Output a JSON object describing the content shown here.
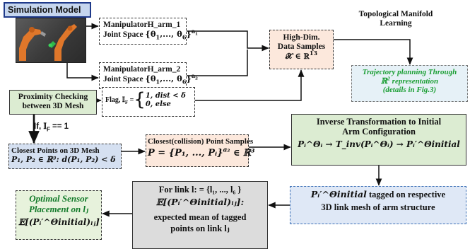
{
  "simulation": {
    "label": "Simulation Model"
  },
  "arm1": {
    "name": "ManipulatorH_arm_1",
    "joint_prefix": "Joint Space ",
    "joint_math": "{θ",
    "joint_math2": ",..., θ",
    "joint_close": "}",
    "sub1": "1",
    "sub6": "6",
    "sup": "a",
    "sup_sub": "1"
  },
  "arm2": {
    "name": "ManipulatorH_arm_2",
    "joint_prefix": "Joint Space ",
    "joint_math": "{θ",
    "joint_math2": ",..., θ",
    "joint_close": "}",
    "sub1": "1",
    "sub6": "6",
    "sup": "a",
    "sup_sub": "2"
  },
  "samples": {
    "line1": "High-Dim.",
    "line2": "Data Samples",
    "math": "𝓧 ∈ ℝ",
    "sup": "13"
  },
  "topo": {
    "line1": "Topological Manifold",
    "line2": "Learning"
  },
  "trajectory": {
    "line1": "Trajectory planning Through",
    "math": "ℝ",
    "sup": "2",
    "line2_rest": " representation",
    "line3": "(details in Fig.3)"
  },
  "proximity": {
    "line1": "Proximity Checking",
    "line2": "between 3D Mesh"
  },
  "flag": {
    "prefix": "Flag, 𝕀",
    "sub": "F",
    "eq": " = ",
    "case1": "1,  dist < δ",
    "case2": "0,     else"
  },
  "if_label": {
    "text": "If, 𝕀",
    "sub": "F",
    "rest": " == 1"
  },
  "closest_mesh": {
    "line1": "Closest Points on 3D Mesh",
    "line2": "P₁, P₂ ∈ ℝ³: d(P₁, P₂) < δ"
  },
  "collision": {
    "line1": "Closest(collision) Point Samples",
    "math": "P = {P₁, ..., Pᵢ}",
    "sup": "a₂",
    "rest": " ∈ ℝ³"
  },
  "inverse": {
    "line1": "Inverse Transformation to Initial",
    "line2": "Arm Configuration",
    "line3": "Pᵢ^Θᵢ → T_inv(Pᵢ^Θᵢ) → Pᵢ′^Θinitial"
  },
  "tagged": {
    "math": "Pᵢ′^Θinitial",
    "line1_rest": " tagged on respective",
    "line2": "3D link mesh of arm structure"
  },
  "forlink": {
    "line1": "For link  l: = {l₁, ..., l₆ }",
    "line2": "𝔼[(Pᵢ′^Θinitial)ₗⱼ]:",
    "line3": "expected mean of tagged",
    "line4": "points on link lⱼ"
  },
  "optimal": {
    "line1": "Optimal Sensor",
    "line2": "Placement on lⱼ",
    "line3": "𝔼[(Pᵢ′^Θinitial)ₗⱼ]"
  },
  "colors": {
    "blue_box": "#d5e0f1",
    "green_box": "#dcecd2",
    "peach_box": "#fce8dc",
    "gray_box": "#dcdcdc",
    "trajectory_text": "#1a9e33",
    "robot_orange": "#e0772a",
    "arrow": "#111111"
  }
}
